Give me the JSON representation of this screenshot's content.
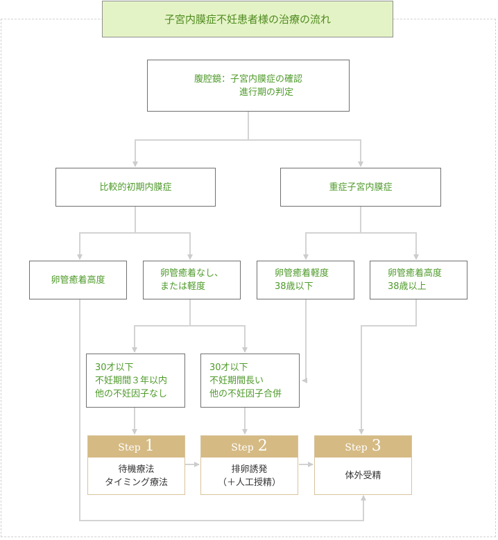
{
  "title": "子宮内膜症不妊患者様の治療の流れ",
  "nodes": {
    "laparoscopy": "腹腔鏡：子宮内膜症の確認\n　　　　進行期の判定",
    "early": "比較的初期内膜症",
    "severe": "重症子宮内膜症",
    "tube_high": "卵管癒着高度",
    "tube_none_mild": "卵管癒着なし、\nまたは軽度",
    "tube_mild_38": "卵管癒着軽度\n38歳以下",
    "tube_high_38": "卵管癒着高度\n38歳以上",
    "under30_short": "30才以下\n不妊期間３年以内\n他の不妊因子なし",
    "under30_long": "30才以下\n不妊期間長い\n他の不妊因子合併"
  },
  "steps": [
    {
      "word": "Step",
      "num": "1",
      "text": "待機療法\nタイミング療法"
    },
    {
      "word": "Step",
      "num": "2",
      "text": "排卵誘発\n（＋人工授精）"
    },
    {
      "word": "Step",
      "num": "3",
      "text": "体外受精"
    }
  ],
  "colors": {
    "node_text": "#4e9a2a",
    "title_bg": "#e4f3c6",
    "step_header": "#d5ba84",
    "connector": "#d0d0d0"
  }
}
